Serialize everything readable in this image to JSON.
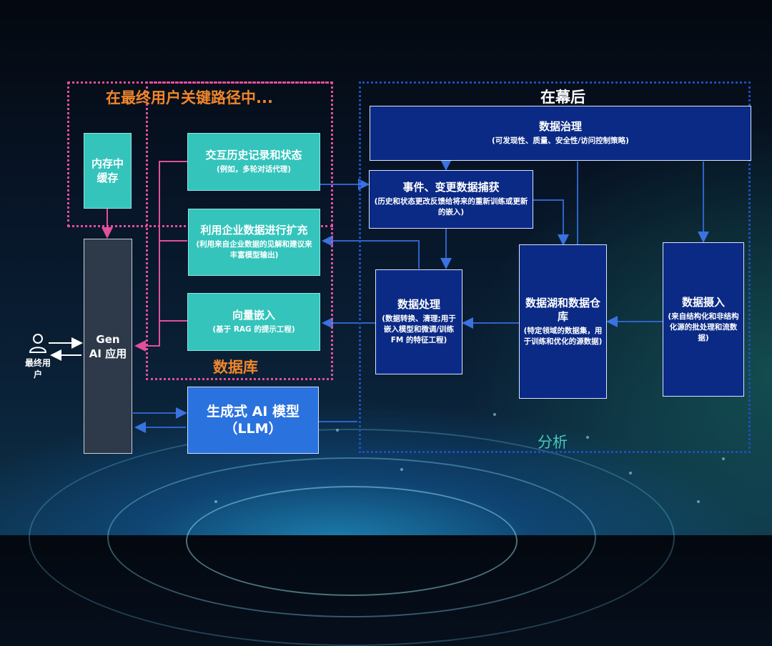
{
  "sections": {
    "critical_path": "在最终用户关键路径中...",
    "behind_scenes": "在幕后",
    "database": "数据库",
    "analytics": "分析"
  },
  "nodes": {
    "memory_cache": "内存中缓存",
    "interaction_history": {
      "title": "交互历史记录和状态",
      "subtitle": "(例如，多轮对话代理)"
    },
    "enterprise_augment": {
      "title": "利用企业数据进行扩充",
      "subtitle": "(利用来自企业数据的见解和建议来丰富模型输出)"
    },
    "vector_embedding": {
      "title": "向量嵌入",
      "subtitle": "(基于 RAG 的提示工程)"
    },
    "gen_ai_app": "Gen AI 应用",
    "end_user": "最终用户",
    "llm": {
      "title": "生成式 AI 模型",
      "subtitle": "（LLM）"
    },
    "data_governance": {
      "title": "数据治理",
      "subtitle": "(可发现性、质量、安全性/访问控制策略)"
    },
    "cdc": {
      "title": "事件、变更数据捕获",
      "subtitle": "(历史和状态更改反馈给将来的重新训练或更新的嵌入)"
    },
    "data_processing": {
      "title": "数据处理",
      "subtitle": "(数据转换、清理;用于嵌入模型和微调/训练 FM 的特征工程)"
    },
    "data_lake": {
      "title": "数据湖和数据仓库",
      "subtitle": "(特定领域的数据集，用于训练和优化的源数据)"
    },
    "data_ingest": {
      "title": "数据摄入",
      "subtitle": "(来自结构化和非结构化源的批处理和流数据)"
    }
  },
  "colors": {
    "pink_border": "#e0509c",
    "blue_border": "#1f4fb5",
    "orange_title": "#f0862a",
    "teal_box": "#34c4bc",
    "navy_box": "#0b2a86",
    "llm_box": "#2a72de",
    "gen_ai_box": "#2e3a4a",
    "analytics_text": "#47c9b8"
  },
  "icons": {
    "user": "person-icon"
  }
}
